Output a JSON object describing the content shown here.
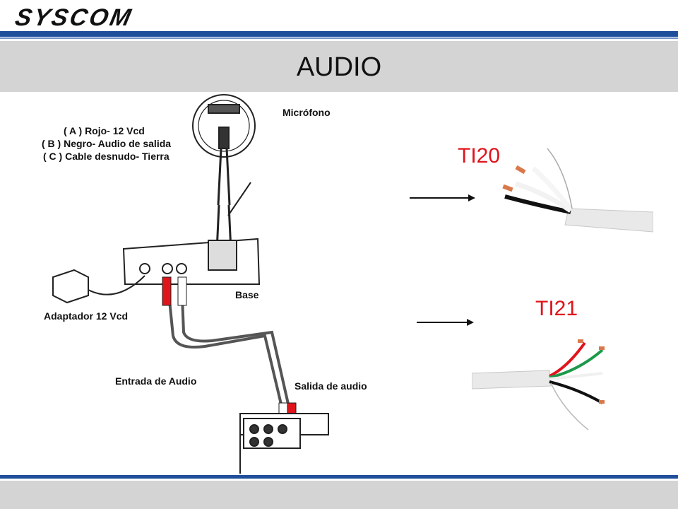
{
  "header": {
    "logo_text": "SYSCOM",
    "title": "AUDIO"
  },
  "diagram": {
    "labels": {
      "microphone": "Micrófono",
      "legend_a": "( A ) Rojo- 12 Vcd",
      "legend_b": "( B ) Negro- Audio de salida",
      "legend_c": "( C ) Cable desnudo- Tierra",
      "base": "Base",
      "adapter": "Adaptador 12 Vcd",
      "audio_in": "Entrada de Audio",
      "audio_out": "Salida de audio"
    }
  },
  "cables": [
    {
      "tag": "TI20"
    },
    {
      "tag": "TI21"
    }
  ],
  "colors": {
    "brand_blue": "#1f4e9b",
    "band_gray": "#d4d4d4",
    "tag_red": "#e0141b"
  }
}
